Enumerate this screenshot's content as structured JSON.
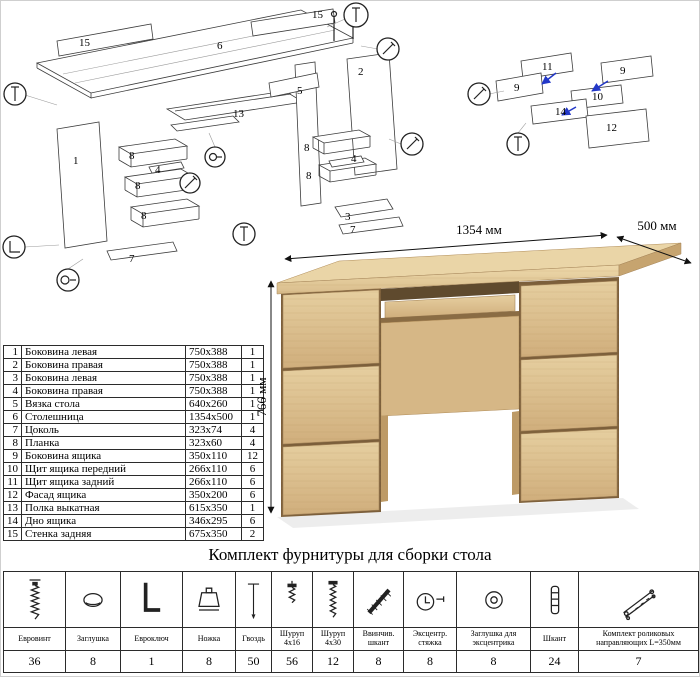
{
  "parts_table": {
    "rows": [
      {
        "num": "1",
        "name": "Боковина левая",
        "size": "750x388",
        "qty": "1"
      },
      {
        "num": "2",
        "name": "Боковина правая",
        "size": "750x388",
        "qty": "1"
      },
      {
        "num": "3",
        "name": "Боковина левая",
        "size": "750x388",
        "qty": "1"
      },
      {
        "num": "4",
        "name": "Боковина правая",
        "size": "750x388",
        "qty": "1"
      },
      {
        "num": "5",
        "name": "Вязка стола",
        "size": "640x260",
        "qty": "1"
      },
      {
        "num": "6",
        "name": "Столешница",
        "size": "1354x500",
        "qty": "1"
      },
      {
        "num": "7",
        "name": "Цоколь",
        "size": "323x74",
        "qty": "4"
      },
      {
        "num": "8",
        "name": "Планка",
        "size": "323x60",
        "qty": "4"
      },
      {
        "num": "9",
        "name": "Боковина ящика",
        "size": "350x110",
        "qty": "12"
      },
      {
        "num": "10",
        "name": "Щит ящика передний",
        "size": "266x110",
        "qty": "6"
      },
      {
        "num": "11",
        "name": "Щит ящика задний",
        "size": "266x110",
        "qty": "6"
      },
      {
        "num": "12",
        "name": "Фасад ящика",
        "size": "350x200",
        "qty": "6"
      },
      {
        "num": "13",
        "name": "Полка выкатная",
        "size": "615x350",
        "qty": "1"
      },
      {
        "num": "14",
        "name": "Дно ящика",
        "size": "346x295",
        "qty": "6"
      },
      {
        "num": "15",
        "name": "Стенка задняя",
        "size": "675x350",
        "qty": "2"
      }
    ]
  },
  "dimensions": {
    "width": "1354 мм",
    "depth": "500 мм",
    "height": "766 мм"
  },
  "hardware": {
    "title": "Комплект фурнитуры для сборки стола",
    "items": [
      {
        "label": "Евровинт",
        "qty": "36",
        "icon": "confirmat-screw-icon",
        "ref": "#ic-confirmat"
      },
      {
        "label": "Заглушка",
        "qty": "8",
        "icon": "cap-icon",
        "ref": "#ic-cap"
      },
      {
        "label": "Евроключ",
        "qty": "1",
        "icon": "hex-key-icon",
        "ref": "#ic-hexkey"
      },
      {
        "label": "Ножка",
        "qty": "8",
        "icon": "foot-icon",
        "ref": "#ic-foot"
      },
      {
        "label": "Гвоздь",
        "qty": "50",
        "icon": "nail-icon",
        "ref": "#ic-nail"
      },
      {
        "label": "Шуруп 4x16",
        "qty": "56",
        "icon": "screw-short-icon",
        "ref": "#ic-screw-short"
      },
      {
        "label": "Шуруп 4x30",
        "qty": "12",
        "icon": "screw-long-icon",
        "ref": "#ic-screw-long"
      },
      {
        "label": "Ввинчив. шкант",
        "qty": "8",
        "icon": "screw-dowel-icon",
        "ref": "#ic-dowelscrew"
      },
      {
        "label": "Эксцентр. стяжка",
        "qty": "8",
        "icon": "cam-lock-icon",
        "ref": "#ic-cam"
      },
      {
        "label": "Заглушка для эксцентрика",
        "qty": "8",
        "icon": "cam-cap-icon",
        "ref": "#ic-camcap"
      },
      {
        "label": "Шкант",
        "qty": "24",
        "icon": "dowel-icon",
        "ref": "#ic-dowel"
      },
      {
        "label": "Комплект роликовых направляющих L=350мм",
        "qty": "7",
        "icon": "drawer-slides-icon",
        "ref": "#ic-slides"
      }
    ]
  },
  "diagrams": {
    "desk_exploded": {
      "labels": [
        "15",
        "6",
        "15",
        "1",
        "8",
        "4",
        "8",
        "8",
        "7",
        "13",
        "5",
        "2",
        "8",
        "4",
        "8",
        "3",
        "7"
      ]
    },
    "drawer_exploded": {
      "labels": [
        "11",
        "9",
        "9",
        "10",
        "14",
        "12"
      ]
    }
  }
}
